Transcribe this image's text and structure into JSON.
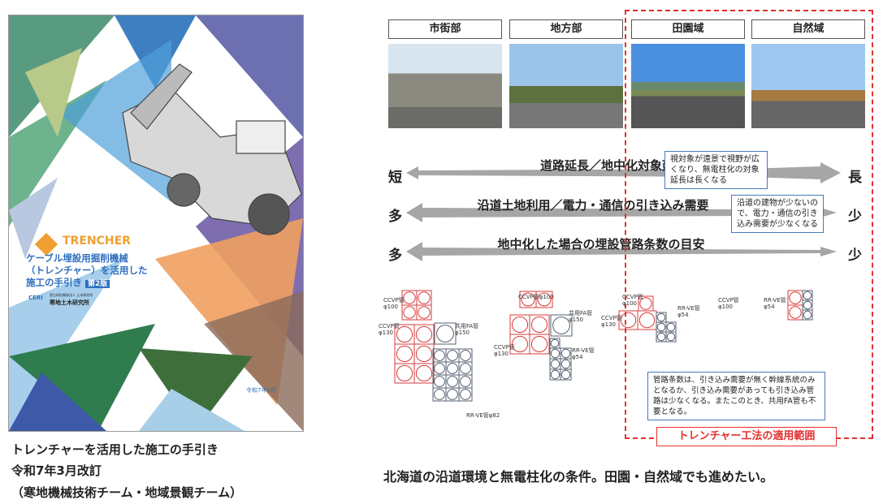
{
  "cover": {
    "brand": "TRENCHER",
    "title_lines": [
      "ケーブル埋設用掘削機械",
      "（トレンチャー）を活用した",
      "施工の手引き"
    ],
    "edition": "第2版",
    "org_small": "国立研究開発法人 土木研究所",
    "org": "寒地土木研究所",
    "org_logo": "CERI",
    "date": "令和7年3月"
  },
  "caption": [
    "トレンチャーを活用した施工の手引き",
    "令和7年3月改訂",
    "（寒地機械技術チーム・地域景観チーム）"
  ],
  "areas": [
    "市街部",
    "地方部",
    "田園域",
    "自然域"
  ],
  "rows": [
    {
      "label": "道路延長／地中化対象延長",
      "left": "短",
      "right": "長"
    },
    {
      "label": "沿道土地利用／電力・通信の引き込み需要",
      "left": "多",
      "right": "少"
    },
    {
      "label": "地中化した場合の埋設管路条数の目安",
      "left": "多",
      "right": "少"
    }
  ],
  "callouts": [
    "視対象が遠景で視野が広くなり、無電柱化の対象延長は長くなる",
    "沿道の建物が少ないので、電力・通信の引き込み需要が少なくなる",
    "管路条数は、引き込み需要が無く幹線系統のみとなるか、引き込み需要があっても引き込み管路は少なくなる。またこのとき、共用FA管も不要となる。"
  ],
  "pipes": {
    "ccvp100": "CCVP管φ100",
    "ccvp100a": "CCVP管",
    "phi100": "φ100",
    "ccvp130": "CCVP管",
    "phi130": "φ130",
    "fa": "共用FA管",
    "phi150": "φ150",
    "rrve": "RR-VE管",
    "phi54": "φ54",
    "rrve82": "RR-VE管φ82"
  },
  "scope_label": "トレンチャー工法の適用範囲",
  "bottom_caption": "北海道の沿道環境と無電柱化の条件。田園・自然域でも進めたい。",
  "colors": {
    "red": "#e43030",
    "blue": "#4a78c0",
    "arrow": "#a6a6a6",
    "ccvp": "#d9383a",
    "rrve": "#556070"
  }
}
